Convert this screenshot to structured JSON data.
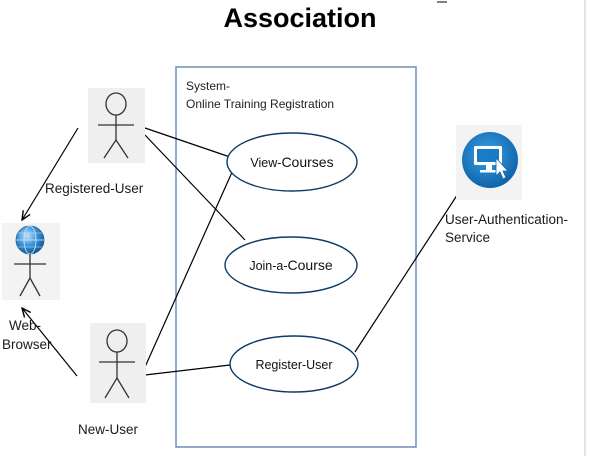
{
  "title": "Association",
  "system": {
    "line1": "System-",
    "line2": "Online Training Registration"
  },
  "actors": {
    "registered_user": "Registered-User",
    "new_user": "New-User",
    "web_browser_line1": "Web-",
    "web_browser_line2": "Browser",
    "auth_service_line1": "User-Authentication-",
    "auth_service_line2": "Service"
  },
  "use_cases": {
    "view_courses": {
      "prefix": "View-",
      "main": "Courses"
    },
    "join_course": {
      "prefix": "Join-a-",
      "main": "Course"
    },
    "register_user": {
      "prefix": "",
      "main": "Register-User"
    }
  },
  "icons": {
    "actor": "stick-figure-icon",
    "browser": "globe-icon",
    "service": "monitor-cursor-icon"
  },
  "colors": {
    "system_border": "#6f8fb5",
    "service_blue": "#1a7cc6",
    "globe_blue": "#2f86c9"
  }
}
